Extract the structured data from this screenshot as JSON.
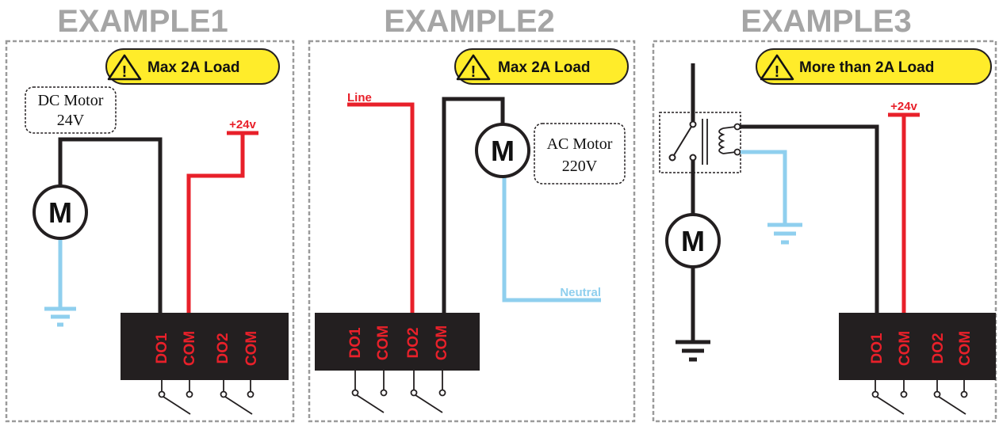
{
  "examples": [
    {
      "title": "EXAMPLE1",
      "badge": "Max 2A Load",
      "motor_letter": "M",
      "motor_label": [
        "DC Motor",
        "24V"
      ],
      "supply_label": "+24v",
      "terminals": [
        "DO1",
        "COM",
        "DO2",
        "COM"
      ]
    },
    {
      "title": "EXAMPLE2",
      "badge": "Max 2A Load",
      "motor_letter": "M",
      "motor_label": [
        "AC Motor",
        "220V"
      ],
      "line_label": "Line",
      "neutral_label": "Neutral",
      "terminals": [
        "DO1",
        "COM",
        "DO2",
        "COM"
      ]
    },
    {
      "title": "EXAMPLE3",
      "badge": "More than 2A Load",
      "motor_letter": "M",
      "supply_label": "+24v",
      "terminals": [
        "DO1",
        "COM",
        "DO2",
        "COM"
      ]
    }
  ],
  "colors": {
    "title_gray": "#a5a5a5",
    "badge_yellow": "#ffec2a",
    "wire_black": "#231f20",
    "wire_red": "#e8202a",
    "wire_blue": "#8fcfee",
    "terminal_block": "#231f20",
    "frame_dash": "#9b9b9b"
  },
  "icons": [
    "warning-icon",
    "motor-symbol",
    "ground-symbol",
    "relay-switch-icon",
    "relay-coil-icon"
  ]
}
